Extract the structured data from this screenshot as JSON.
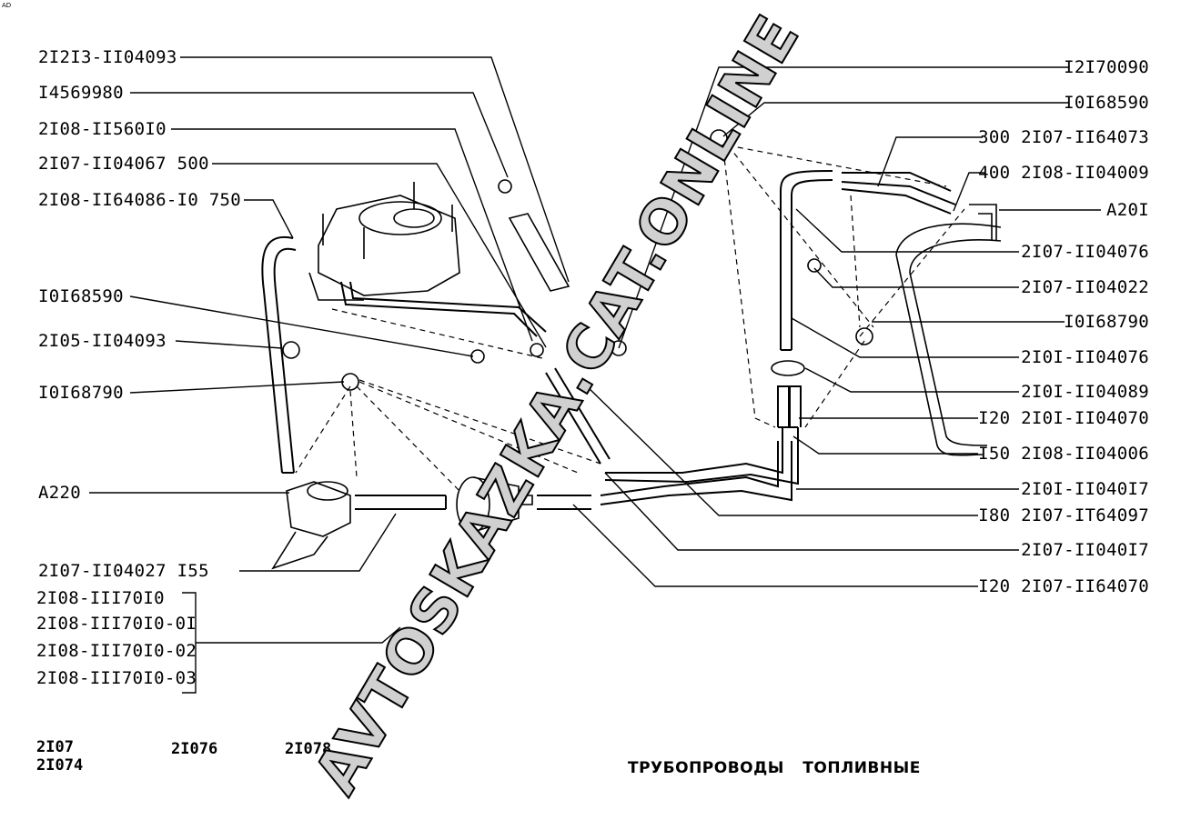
{
  "corner_mark": "AD",
  "watermark": "AVTOSKAZKA.CAT.ONLINE",
  "title": "ТРУБОПРОВОДЫ  ТОПЛИВНЫЕ",
  "models": [
    "2I07",
    "2I074",
    "2I076",
    "2I078"
  ],
  "left_labels": [
    "2I2I3-II04093",
    "I4569980",
    "2I08-II560I0",
    "2I07-II04067 500",
    "2I08-II64086-I0 750",
    "I0I68590",
    "2I05-II04093",
    "I0I68790",
    "A220",
    "2I07-II04027 I55"
  ],
  "filter_variants": [
    "2I08-III70I0",
    "2I08-III70I0-0I",
    "2I08-III70I0-02",
    "2I08-III70I0-03"
  ],
  "right_labels": [
    "I2I70090",
    "I0I68590",
    "300  2I07-II64073",
    "400  2I08-II04009",
    "A20I",
    "2I07-II04076",
    "2I07-II04022",
    "I0I68790",
    "2I0I-II04076",
    "2I0I-II04089",
    "I20  2I0I-II04070",
    "I50  2I08-II04006",
    "2I0I-II040I7",
    "I80  2I07-IT64097",
    "2I07-II040I7",
    "I20  2I07-II64070"
  ]
}
